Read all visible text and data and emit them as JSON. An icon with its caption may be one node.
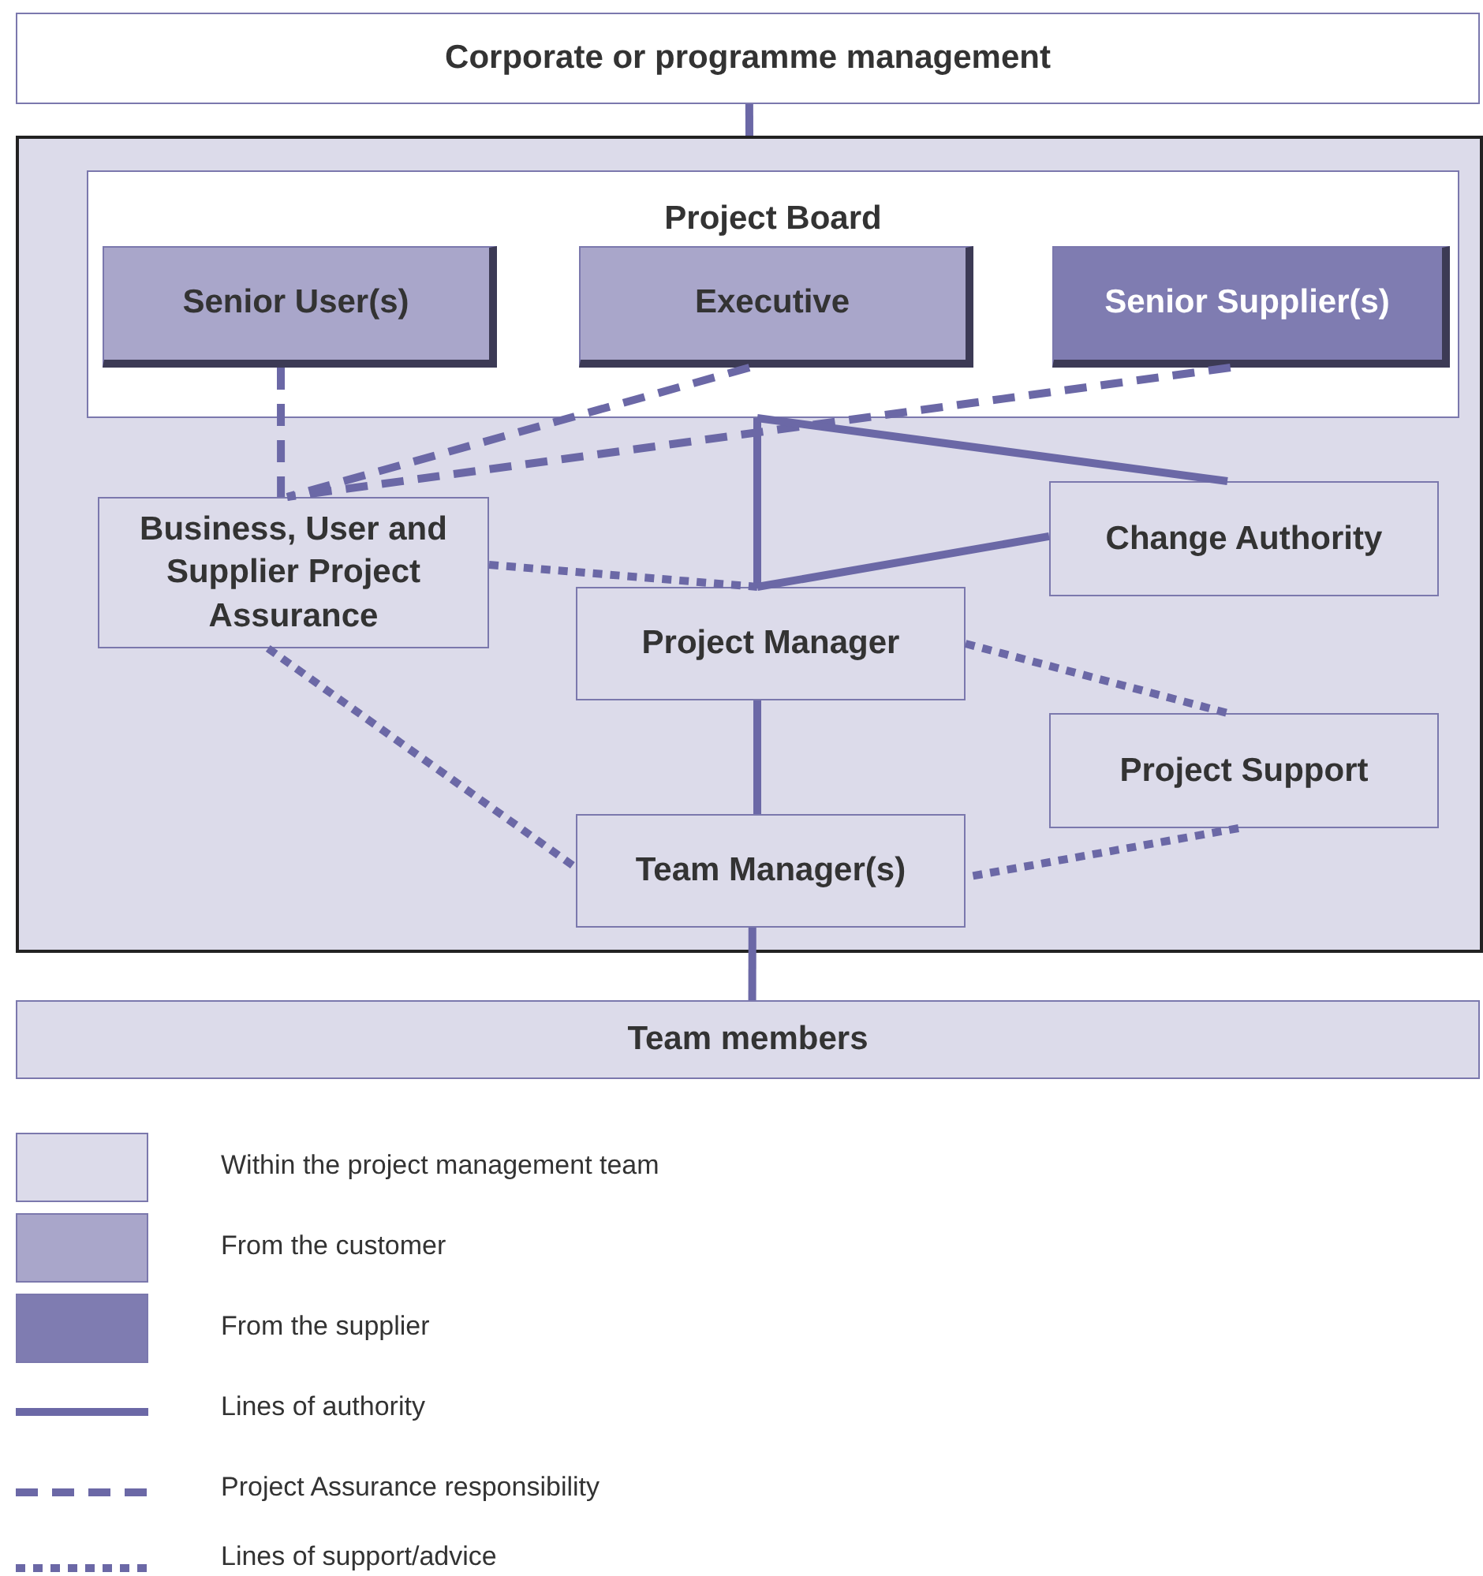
{
  "diagram": {
    "nodes": [
      {
        "text": [
          "Corporate or programme management"
        ]
      },
      {
        "text": [],
        "shape": "box"
      },
      {
        "text": [
          "Project Board"
        ],
        "in": 1
      },
      {
        "text": [
          "Senior User(s)"
        ],
        "in": 2
      },
      {
        "text": [
          "Executive"
        ],
        "in": 2
      },
      {
        "text": [
          "Senior Supplier(s)"
        ],
        "in": 2
      },
      {
        "text": [
          "Business, User and Supplier Project Assurance"
        ],
        "in": 1
      },
      {
        "text": [
          "Change Authority"
        ],
        "in": 1
      },
      {
        "text": [
          "Project Manager"
        ],
        "in": 1
      },
      {
        "text": [
          "Project Support"
        ],
        "in": 1
      },
      {
        "text": [
          "Team Manager(s)"
        ],
        "in": 1
      },
      {
        "text": [
          "Team members"
        ]
      }
    ],
    "edges": [
      {
        "from": 0,
        "to": 1,
        "arrow": "none"
      },
      {
        "from": 3,
        "to": 6,
        "arrow": "none",
        "style": "dashed"
      },
      {
        "from": 4,
        "to": 6,
        "arrow": "none",
        "style": "dashed"
      },
      {
        "from": 5,
        "to": 6,
        "arrow": "none",
        "style": "dashed"
      },
      {
        "from": 2,
        "to": 8,
        "arrow": "none"
      },
      {
        "from": 2,
        "to": 7,
        "arrow": "none"
      },
      {
        "from": 7,
        "to": 8,
        "arrow": "none"
      },
      {
        "from": 6,
        "to": 8,
        "arrow": "none",
        "style": "dashed"
      },
      {
        "from": 6,
        "to": 10,
        "arrow": "none",
        "style": "dashed"
      },
      {
        "from": 8,
        "to": 9,
        "arrow": "none",
        "style": "dashed"
      },
      {
        "from": 9,
        "to": 10,
        "arrow": "none",
        "style": "dashed"
      },
      {
        "from": 8,
        "to": 10,
        "arrow": "none"
      },
      {
        "from": 10,
        "to": 11,
        "arrow": "none"
      }
    ],
    "legend": [
      {
        "text": "Within the project management team",
        "color": "#dcdbea"
      },
      {
        "text": "From the customer",
        "color": "#a9a6ca"
      },
      {
        "text": "From the supplier",
        "color": "#7f7cb1"
      },
      {
        "text": "Lines of authority"
      },
      {
        "text": "Project Assurance responsibility"
      },
      {
        "text": "Lines of support/advice"
      }
    ]
  }
}
